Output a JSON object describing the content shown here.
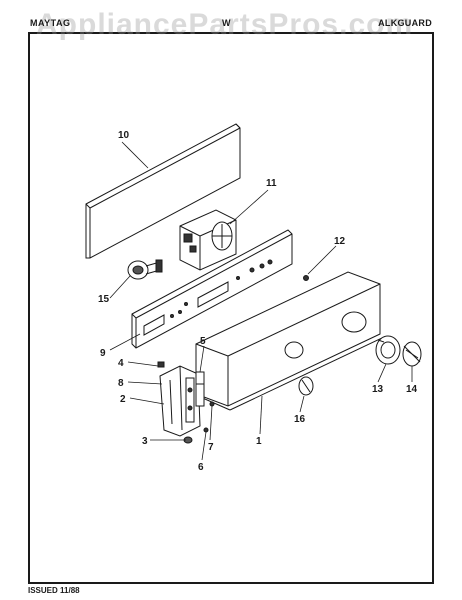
{
  "header": {
    "left": "MAYTAG",
    "center": "W",
    "right": "ALKGUARD"
  },
  "watermark": "AppliancePartsPros.com",
  "footer": "ISSUED 11/88",
  "callouts": {
    "c1": "1",
    "c2": "2",
    "c3": "3",
    "c4": "4",
    "c5": "5",
    "c6": "6",
    "c7": "7",
    "c8": "8",
    "c9": "9",
    "c10": "10",
    "c11": "11",
    "c12": "12",
    "c13": "13",
    "c14": "14",
    "c15": "15",
    "c16": "16"
  }
}
